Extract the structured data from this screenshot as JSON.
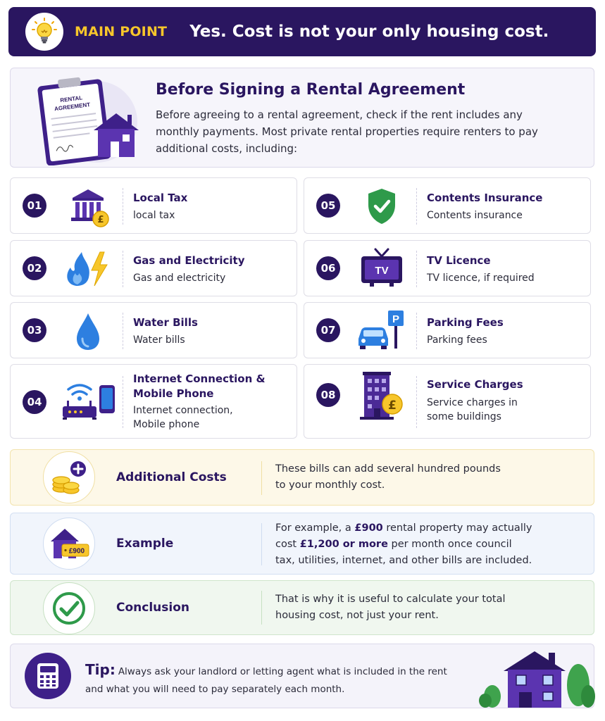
{
  "banner": {
    "label": "MAIN POINT",
    "text": "Yes. Cost is not your only housing cost."
  },
  "intro": {
    "doc_label_line1": "RENTAL",
    "doc_label_line2": "AGREEMENT",
    "title": "Before Signing a Rental Agreement",
    "body": "Before agreeing to a rental agreement, check if the rent includes any monthly payments. Most private rental properties require renters to pay additional costs, including:"
  },
  "items": [
    {
      "num": "01",
      "title": "Local Tax",
      "desc": "local tax",
      "icon": "bank-pound-icon"
    },
    {
      "num": "02",
      "title": "Gas and Electricity",
      "desc": "Gas and electricity",
      "icon": "flame-bolt-icon"
    },
    {
      "num": "03",
      "title": "Water Bills",
      "desc": "Water bills",
      "icon": "water-drop-icon"
    },
    {
      "num": "04",
      "title": "Internet Connection & Mobile Phone",
      "desc": "Internet connection, Mobile phone",
      "icon": "router-phone-icon"
    },
    {
      "num": "05",
      "title": "Contents Insurance",
      "desc": "Contents insurance",
      "icon": "shield-check-icon"
    },
    {
      "num": "06",
      "title": "TV Licence",
      "desc": "TV licence, if required",
      "icon": "tv-icon",
      "tv_text": "TV"
    },
    {
      "num": "07",
      "title": "Parking Fees",
      "desc": "Parking fees",
      "icon": "car-parking-icon",
      "parking_text": "P"
    },
    {
      "num": "08",
      "title": "Service Charges",
      "desc": "Service charges in some buildings",
      "icon": "building-pound-icon"
    }
  ],
  "additional": {
    "label": "Additional Costs",
    "text": "These bills can add several hundred pounds to your monthly cost.",
    "icon": "coins-plus-icon"
  },
  "example": {
    "label": "Example",
    "text_a": "For example, a ",
    "amount_1": "£900",
    "text_b": " rental property may actually cost ",
    "amount_2": "£1,200 or more",
    "text_c": " per month once council tax, utilities, internet, and other bills are included.",
    "tag": "£900",
    "icon": "house-price-tag-icon"
  },
  "conclusion": {
    "label": "Conclusion",
    "text": "That is why it is useful to calculate your total housing cost, not just your rent.",
    "icon": "check-circle-icon"
  },
  "tip": {
    "label": "Tip:",
    "text": "Always ask your landlord or letting agent what is included in the rent and what you will need to pay separately each month.",
    "icon": "calculator-icon"
  },
  "colors": {
    "navy": "#2a1660",
    "purple": "#4b2a96",
    "yellow": "#f7c62b",
    "green": "#2e9a4a",
    "blue": "#2d7fe0"
  }
}
